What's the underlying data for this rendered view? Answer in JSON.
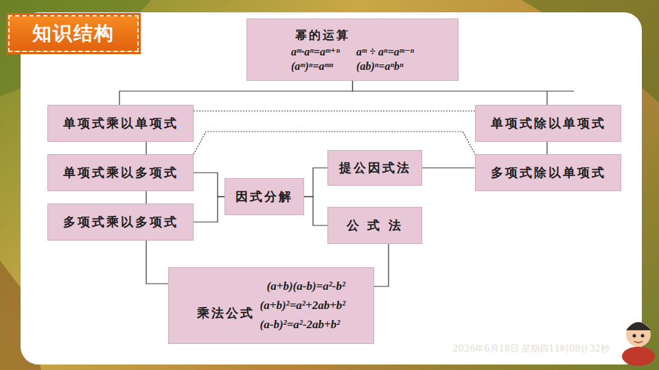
{
  "diagram": {
    "title": "知识结构",
    "nodes": [
      {
        "text": [
          "幂的运算",
          "aᵐ·aⁿ=aᵐ⁺ⁿ",
          "aᵐ ÷ aⁿ=aᵐ⁻ⁿ",
          "(aᵐ)ⁿ=aᵐⁿ",
          "(ab)ⁿ=aⁿbⁿ"
        ]
      },
      {
        "text": [
          "单项式乘以单项式"
        ]
      },
      {
        "text": [
          "单项式除以单项式"
        ]
      },
      {
        "text": [
          "单项式乘以多项式"
        ]
      },
      {
        "text": [
          "多项式除以单项式"
        ]
      },
      {
        "text": [
          "因式分解"
        ]
      },
      {
        "text": [
          "提公因式法"
        ]
      },
      {
        "text": [
          "公 式 法"
        ]
      },
      {
        "text": [
          "多项式乘以多项式"
        ]
      },
      {
        "text": [
          "乘法公式",
          "(a+b)(a-b)=a²-b²",
          "(a+b)²=a²+2ab+b²",
          "(a-b)²=a²-2ab+b²"
        ]
      }
    ],
    "edges": [
      {
        "from": 0,
        "to": 1,
        "arrow": "none"
      },
      {
        "from": 0,
        "to": 2,
        "arrow": "none"
      },
      {
        "from": 1,
        "to": 2,
        "arrow": "none"
      },
      {
        "from": 1,
        "to": 3,
        "arrow": "none"
      },
      {
        "from": 2,
        "to": 4,
        "arrow": "none"
      },
      {
        "from": 3,
        "to": 8,
        "arrow": "none"
      },
      {
        "from": 8,
        "to": 9,
        "arrow": "none"
      },
      {
        "from": 3,
        "to": 5,
        "arrow": "none"
      },
      {
        "from": 8,
        "to": 5,
        "arrow": "none"
      },
      {
        "from": 5,
        "to": 6,
        "arrow": "none"
      },
      {
        "from": 5,
        "to": 7,
        "arrow": "none"
      },
      {
        "from": 6,
        "to": 4,
        "arrow": "none"
      },
      {
        "from": 7,
        "to": 9,
        "arrow": "none"
      },
      {
        "from": 3,
        "to": 4,
        "arrow": "none"
      }
    ],
    "labels": [
      "2026年6月18日 星期四11时08分32秒"
    ]
  }
}
